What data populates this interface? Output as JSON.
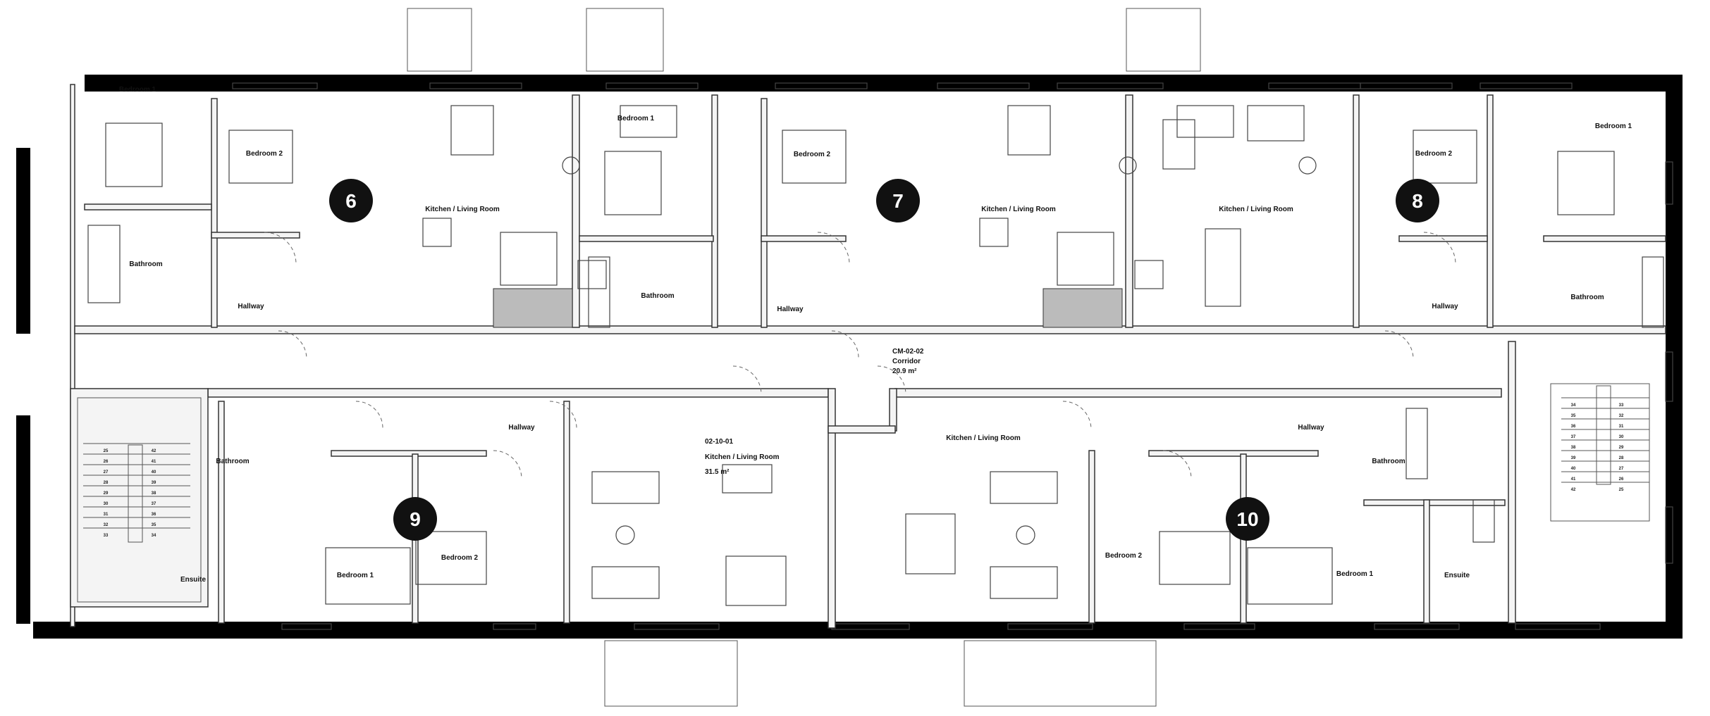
{
  "units": {
    "u6": {
      "number": "6",
      "rooms": {
        "bedroom1": "Bedroom 1",
        "bedroom2": "Bedroom 2",
        "kitchen": "Kitchen / Living Room",
        "bathroom": "Bathroom",
        "hallway": "Hallway"
      }
    },
    "u7": {
      "number": "7",
      "rooms": {
        "bedroom1": "Bedroom 1",
        "bedroom2": "Bedroom 2",
        "kitchen": "Kitchen / Living Room",
        "bathroom": "Bathroom",
        "hallway": "Hallway"
      }
    },
    "u8": {
      "number": "8",
      "rooms": {
        "bedroom1": "Bedroom 1",
        "bedroom2": "Bedroom 2",
        "kitchen": "Kitchen / Living Room",
        "bathroom": "Bathroom",
        "hallway": "Hallway"
      }
    },
    "u9": {
      "number": "9",
      "rooms": {
        "bedroom1": "Bedroom 1",
        "bedroom2": "Bedroom 2",
        "bathroom": "Bathroom",
        "ensuite": "Ensuite",
        "hallway": "Hallway"
      },
      "room_tag": {
        "code": "02-10-01",
        "name": "Kitchen / Living Room",
        "area": "31.5 m²"
      }
    },
    "u10": {
      "number": "10",
      "rooms": {
        "bedroom1": "Bedroom 1",
        "bedroom2": "Bedroom 2",
        "kitchen": "Kitchen / Living Room",
        "bathroom": "Bathroom",
        "ensuite": "Ensuite",
        "hallway": "Hallway"
      }
    }
  },
  "corridor": {
    "code": "CM-02-02",
    "name": "Corridor",
    "area": "20.9 m²"
  },
  "stairs": {
    "left": {
      "side_a": [
        "25",
        "26",
        "27",
        "28",
        "29",
        "30",
        "31",
        "32",
        "33"
      ],
      "side_b": [
        "42",
        "41",
        "40",
        "39",
        "38",
        "37",
        "36",
        "35",
        "34"
      ]
    },
    "right": {
      "side_a": [
        "34",
        "35",
        "36",
        "37",
        "38",
        "39",
        "40",
        "41",
        "42"
      ],
      "side_b": [
        "33",
        "32",
        "31",
        "30",
        "29",
        "28",
        "27",
        "26",
        "25"
      ]
    }
  },
  "colors": {
    "wall": "#000000",
    "marker": "#111111",
    "partition_fill": "#f4f4f4"
  }
}
